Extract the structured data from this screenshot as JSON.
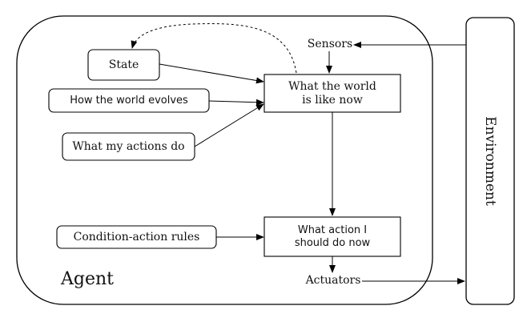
{
  "diagram": {
    "agent_label": "Agent",
    "environment_label": "Environment",
    "sensors_label": "Sensors",
    "actuators_label": "Actuators",
    "state_label": "State",
    "world_evolves_label": "How the world evolves",
    "actions_do_label": "What my actions do",
    "condition_rules_label": "Condition-action rules",
    "world_now_label": "What the world\nis like now",
    "action_now_label": "What action I\nshould do now"
  }
}
